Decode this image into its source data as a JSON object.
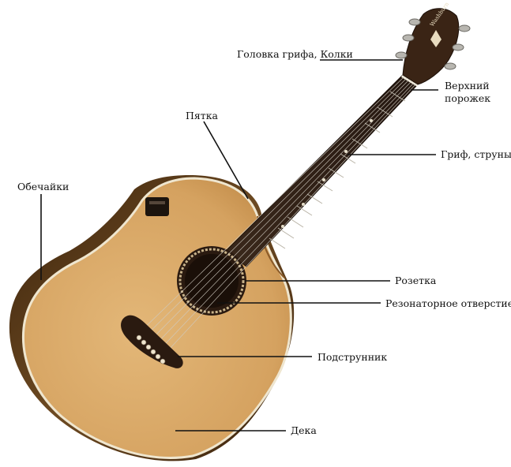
{
  "labels": {
    "headstock_tuners": "Головка грифа, Колки",
    "nut": "Верхний\nпорожек",
    "heel": "Пятка",
    "neck_strings": "Гриф, струны",
    "sides": "Обечайки",
    "rosette": "Розетка",
    "soundhole": "Резонаторное отверстие",
    "bridge": "Подструнник",
    "top": "Дека"
  },
  "brand_logo": "Washburn",
  "colors": {
    "spruce_top": "#d9a967",
    "spruce_top_dark": "#c08a48",
    "binding": "#efe6cf",
    "sides": "#5a3a18",
    "fretboard": "#2b1d14",
    "bridge": "#2a1a10",
    "leader_line": "#111111"
  }
}
